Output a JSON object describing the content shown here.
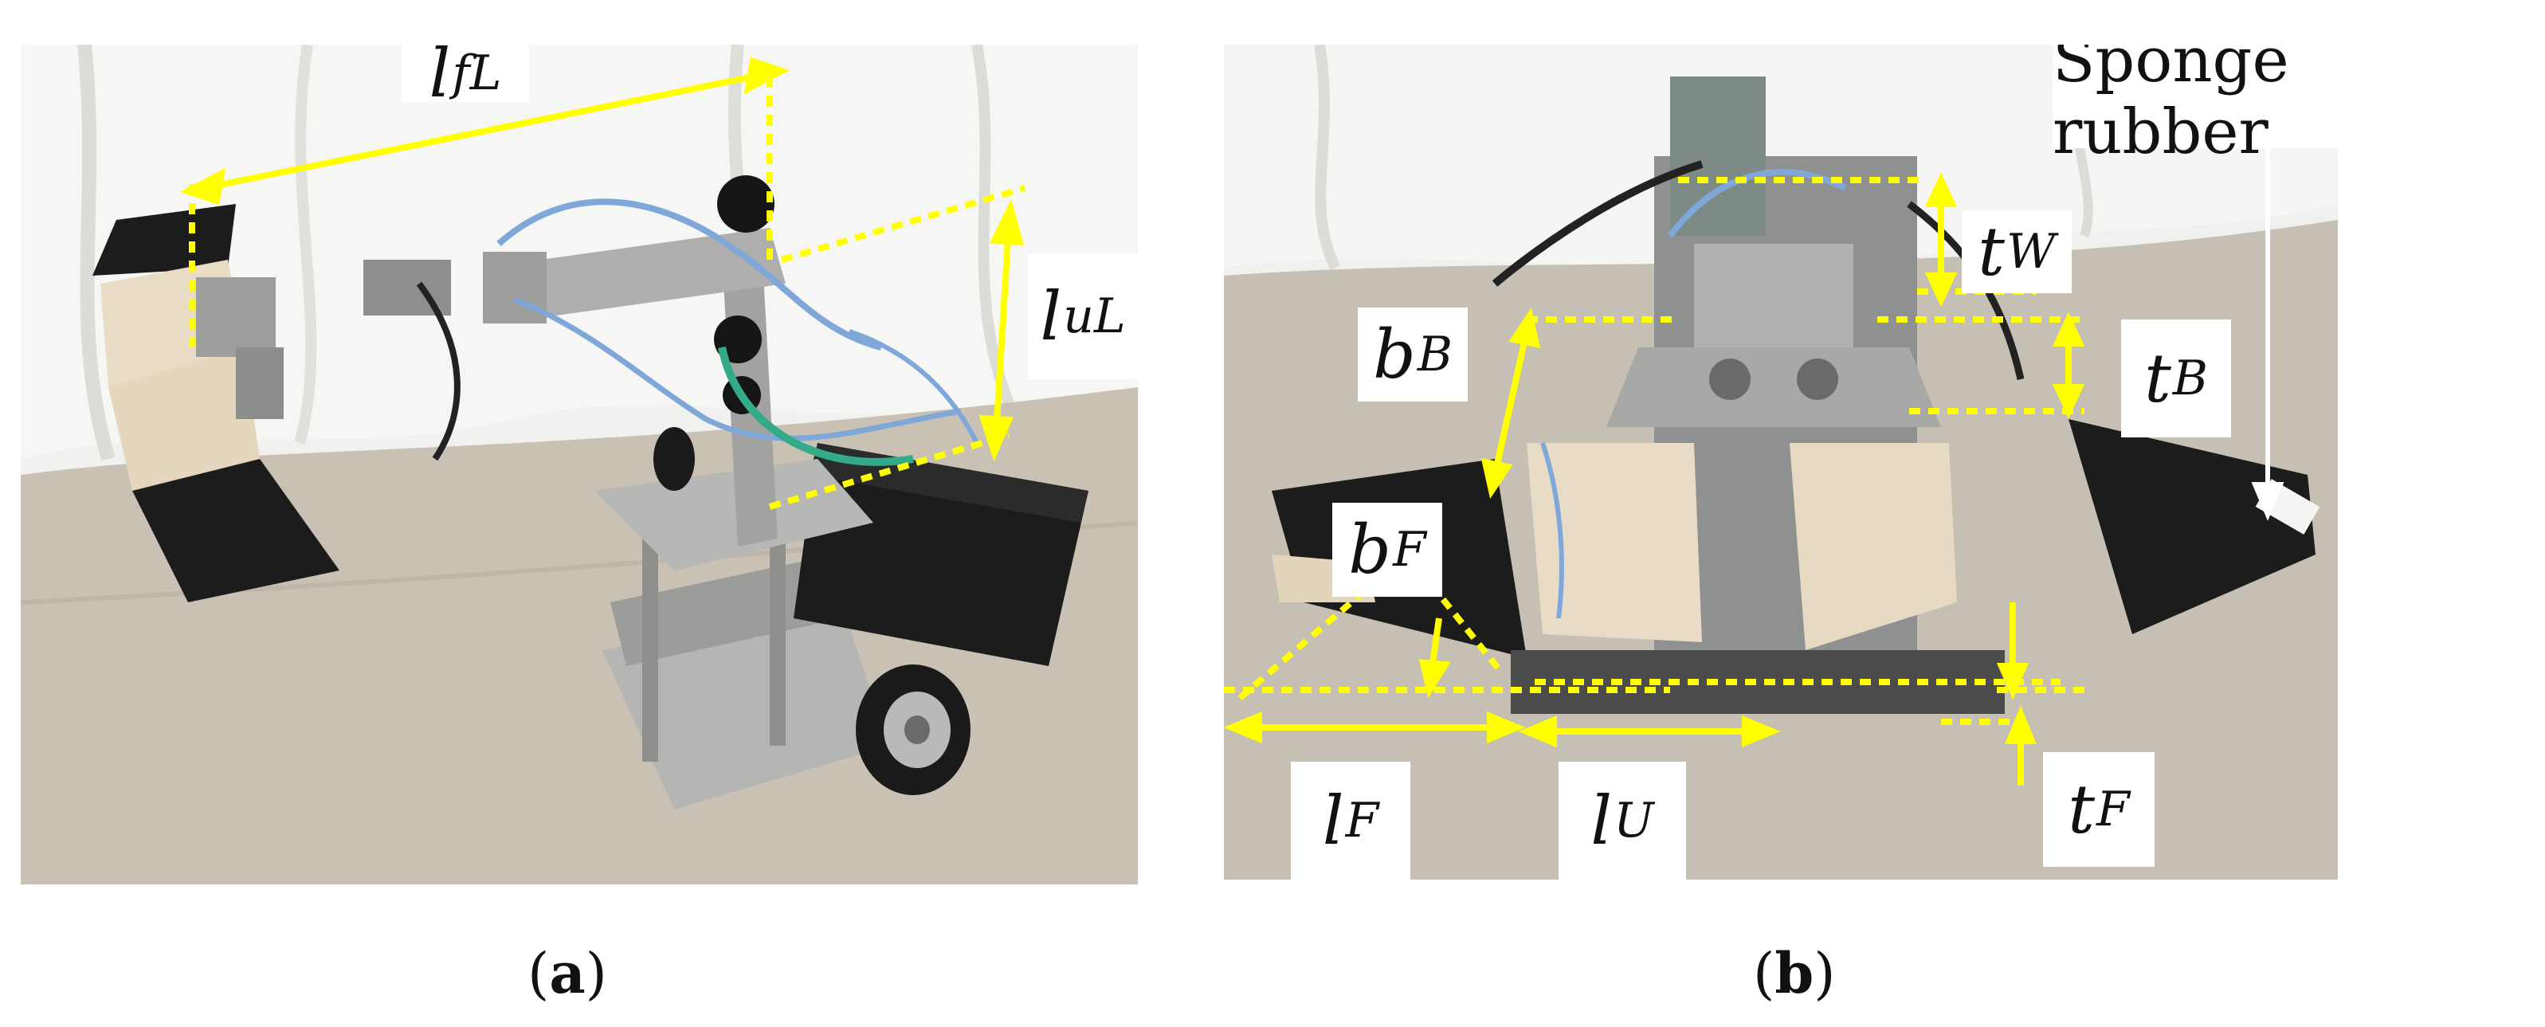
{
  "panels": [
    {
      "caption_open": "(",
      "caption_letter": "a",
      "caption_close": ")",
      "labels": [
        {
          "main": "l",
          "sub": "fL"
        },
        {
          "main": "l",
          "sub": "uL"
        }
      ]
    },
    {
      "caption_open": "(",
      "caption_letter": "b",
      "caption_close": ")",
      "sponge_label": "Sponge rubber",
      "labels": [
        {
          "main": "t",
          "sub": "W"
        },
        {
          "main": "b",
          "sub": "B"
        },
        {
          "main": "t",
          "sub": "B"
        },
        {
          "main": "b",
          "sub": "F"
        },
        {
          "main": "l",
          "sub": "F"
        },
        {
          "main": "l",
          "sub": "U"
        },
        {
          "main": "t",
          "sub": "F"
        }
      ]
    }
  ],
  "colors": {
    "annotation": "#ffff00",
    "background_cloth": "#f2f2f0",
    "floor": "#c9c2b6",
    "pad": "#e8dcc6",
    "black_panel": "#1c1c1c",
    "aluminium": "#a9aaa8",
    "wire_blue": "#7fa8d8",
    "arrow_white": "#ffffff"
  }
}
